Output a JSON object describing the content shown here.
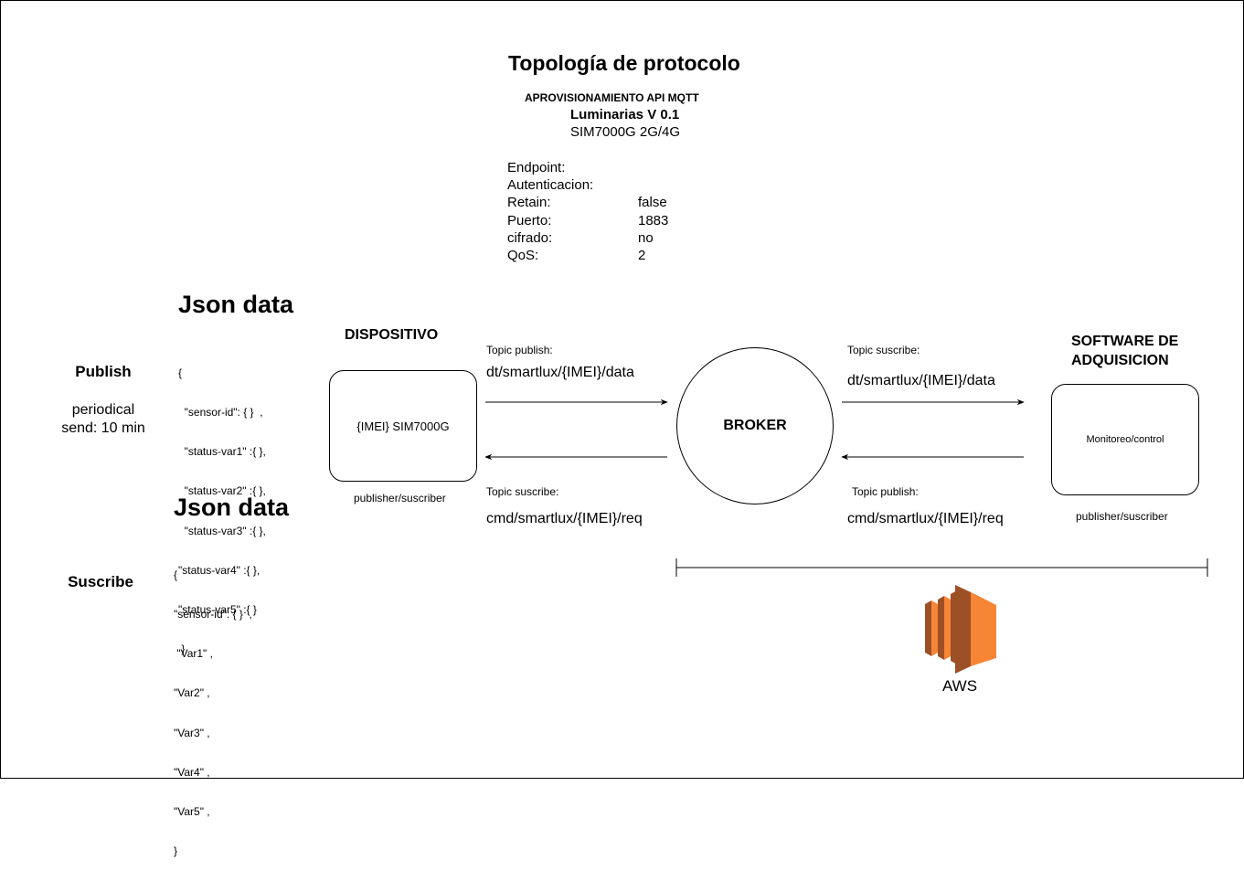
{
  "header": {
    "title": "Topología de protocolo",
    "subtitle": "APROVISIONAMIENTO API  MQTT",
    "product": "Luminarias V 0.1",
    "module": "SIM7000G 2G/4G"
  },
  "config": [
    {
      "key": "Endpoint:",
      "value": ""
    },
    {
      "key": "Autenticacion:",
      "value": ""
    },
    {
      "key": "Retain:",
      "value": "false"
    },
    {
      "key": "Puerto:",
      "value": "1883"
    },
    {
      "key": "cifrado:",
      "value": "no"
    },
    {
      "key": "QoS:",
      "value": "2"
    }
  ],
  "publish": {
    "label": "Publish",
    "note_line1": "periodical",
    "note_line2": "send: 10 min",
    "json_title": "Json data",
    "json_lines": [
      "{",
      "  \"sensor-id\": { }  ,",
      "  \"status-var1\" :{ },",
      "  \"status-var2\" :{ },",
      "  \"status-var3\" :{ },",
      "\"status-var4\" :{ },",
      "\"status-var5\" :{ }",
      " }"
    ]
  },
  "subscribe": {
    "label": "Suscribe",
    "json_title": "Json data",
    "json_lines": [
      "{",
      "\"sensor-id\": { }  ,",
      " \"Var1\" ,",
      "\"Var2\" ,",
      "\"Var3\" ,",
      "\"Var4\" ,",
      "\"Var5\" ,",
      "}"
    ]
  },
  "device": {
    "heading": "DISPOSITIVO",
    "box_label": "{IMEI} SIM7000G",
    "role": "publisher/suscriber"
  },
  "left_links": {
    "top_caption": "Topic publish:",
    "top_topic": "dt/smartlux/{IMEI}/data",
    "bottom_caption": "Topic suscribe:",
    "bottom_topic": "cmd/smartlux/{IMEI}/req"
  },
  "broker": {
    "label": "BROKER"
  },
  "right_links": {
    "top_caption": "Topic suscribe:",
    "top_topic": "dt/smartlux/{IMEI}/data",
    "bottom_caption": "Topic publish:",
    "bottom_topic": "cmd/smartlux/{IMEI}/req"
  },
  "software": {
    "heading_line1": "SOFTWARE DE",
    "heading_line2": "ADQUISICION",
    "box_label": "Monitoreo/control",
    "role": "publisher/suscriber"
  },
  "aws": {
    "label": "AWS",
    "icon": "aws-ec2-icon",
    "colors": {
      "light": "#F68536",
      "dark": "#9D5025",
      "mid": "#C7631F"
    }
  }
}
